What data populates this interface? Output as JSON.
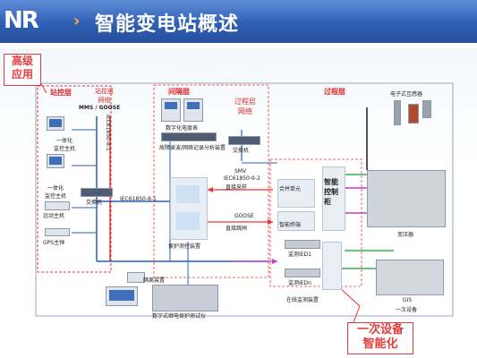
{
  "header": {
    "logo": "NR",
    "title": "智能变电站概述"
  },
  "callouts": {
    "high_level_app": [
      "高级",
      "应用"
    ],
    "primary_device": [
      "一次设备",
      "智能化"
    ]
  },
  "layers": {
    "station": "站控层",
    "bay": "间隔层",
    "process": "过程层",
    "station_net": [
      "站控层",
      "网络"
    ],
    "process_net": [
      "过程层",
      "网络"
    ]
  },
  "protocols": {
    "mms_goose": "MMS / GOOSE",
    "iec_vertical": "IEC61850-8-1",
    "iec_horizontal": "IEC61850-8-1",
    "iec_smv": "IEC61850-9-2",
    "smv": "SMV",
    "goose": "GOOSE",
    "direct_sampling": "直接采样",
    "direct_trip": "直接跳闸"
  },
  "labels": {
    "integrated_host_1": [
      "一体化",
      "监控主机"
    ],
    "integrated_host_2": [
      "一体化",
      "监控主机"
    ],
    "remote_host": "远动主机",
    "gps": "GPS主钟",
    "switch_left": "交换机",
    "digital_meter": "数字化电度表",
    "fault_recorder": "故障录波/网络记录分析装置",
    "switch_process": "交换机",
    "protection_measure": "保护测控装置",
    "merging_unit": "合并单元",
    "smart_terminal": "智能终端",
    "smart_cabinet": [
      "智能",
      "控制",
      "柜"
    ],
    "electronic_transformer": "电子式互感器",
    "transformer": "变压器",
    "ied_1": "监测IED1",
    "ied_n": "监测IEDn",
    "online_monitor": "在线监测装置",
    "gis": "GIS",
    "primary_device": "一次设备",
    "isolation": "隔离装置",
    "digital_tester": "数字式继电保护测试仪"
  }
}
